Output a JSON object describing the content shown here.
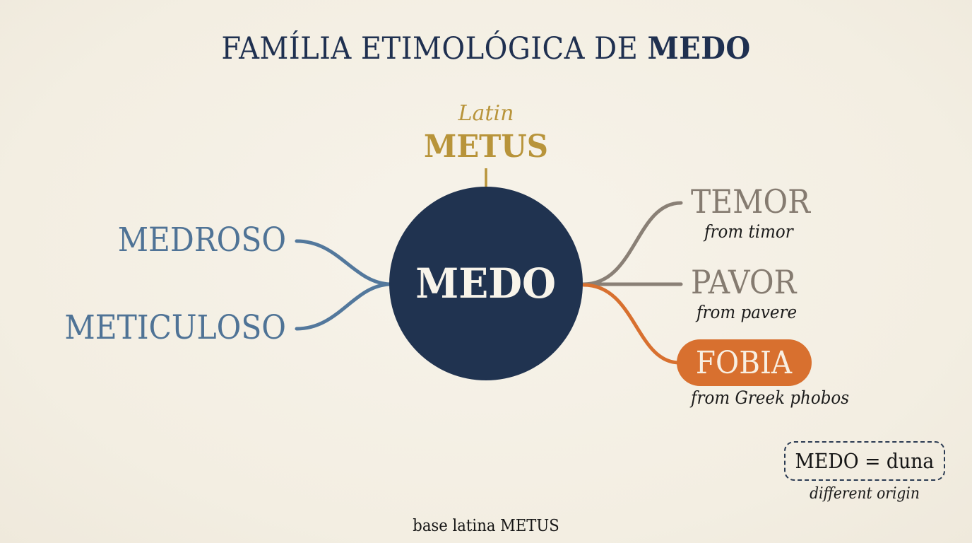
{
  "title": {
    "prefix": "FAMÍLIA ETIMOLÓGICA DE ",
    "emphasis": "MEDO"
  },
  "root": {
    "language": "Latin",
    "word": "METUS",
    "color": "#b8943a"
  },
  "center": {
    "label": "MEDO",
    "color": "#203350"
  },
  "left_branches": {
    "color": "#4f7396",
    "items": [
      {
        "word": "MEDROSO"
      },
      {
        "word": "METICULOSO"
      }
    ]
  },
  "right_branches": {
    "color": "#857b70",
    "items": [
      {
        "word": "TEMOR",
        "origin": "from timor"
      },
      {
        "word": "PAVOR",
        "origin": "from pavere"
      },
      {
        "word": "FOBIA",
        "origin": "from Greek phobos",
        "highlight": true,
        "color": "#d8702f"
      }
    ]
  },
  "note": {
    "text": "MEDO = duna",
    "caption": "different origin"
  },
  "footer": "base latina METUS"
}
